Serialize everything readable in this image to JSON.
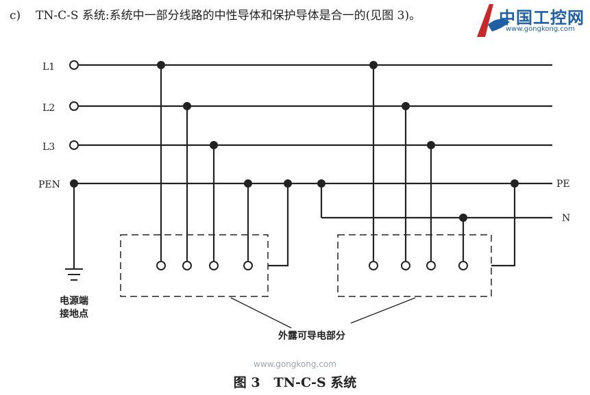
{
  "heading": {
    "prefix": "c)",
    "text": "TN-C-S 系统:系统中一部分线路的中性导体和保护导体是合一的(见图 3)。"
  },
  "watermark_logo": {
    "main_text": "中国工控网",
    "url_text": "www.gongkong.com"
  },
  "diagram": {
    "conductors": {
      "l1": "L1",
      "l2": "L2",
      "l3": "L3",
      "pen": "PEN",
      "pe": "PE",
      "n": "N"
    },
    "ground_label": [
      "电源端",
      "接地点"
    ],
    "exposed_parts_label": "外露可导电部分"
  },
  "footer_watermark": "www.gongkong.com",
  "caption": {
    "number": "图 3",
    "title": "TN-C-S 系统"
  }
}
